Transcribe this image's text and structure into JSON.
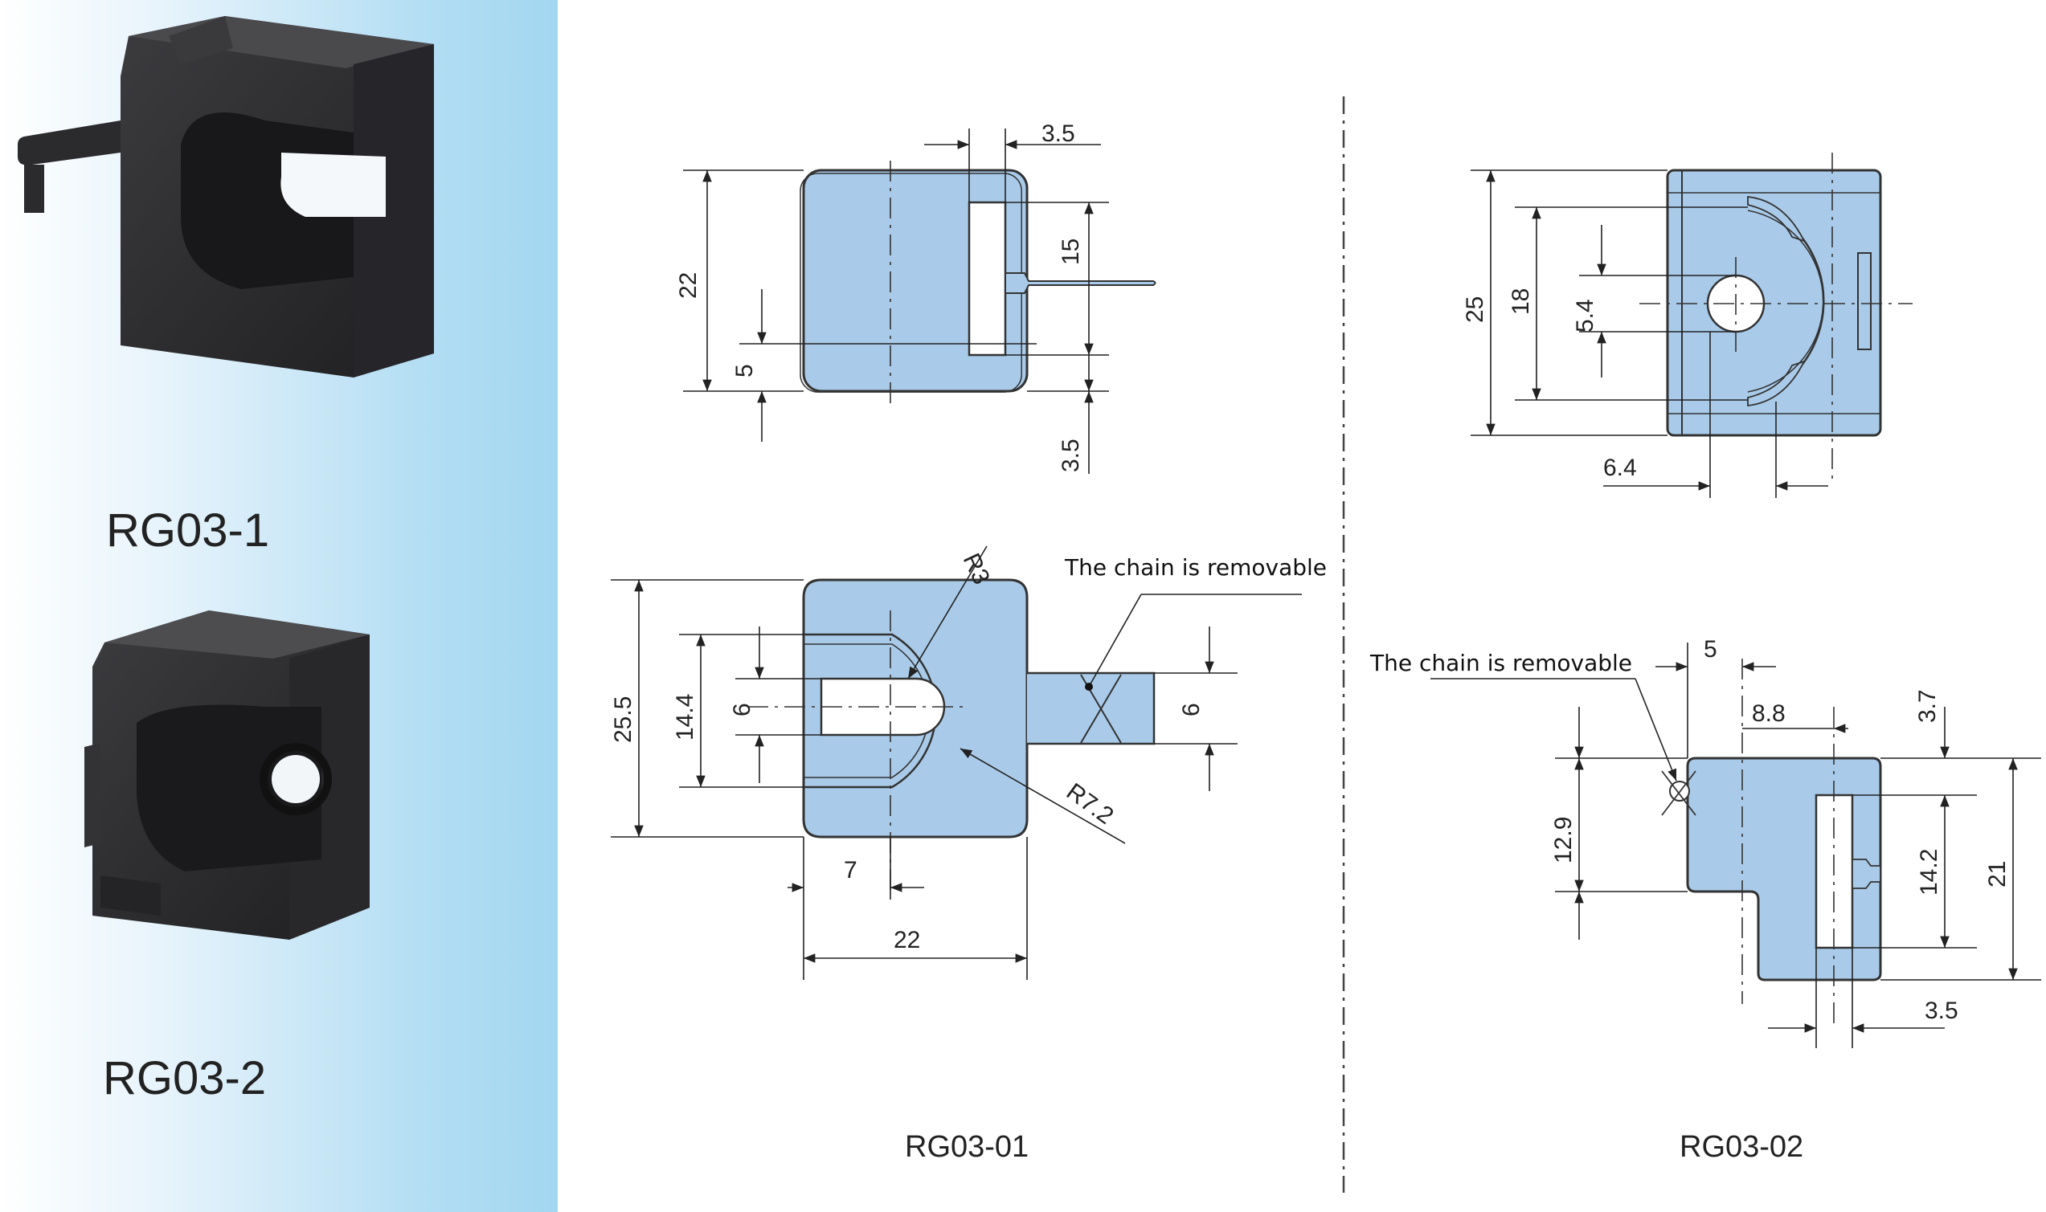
{
  "products": [
    {
      "name": "RG03-1"
    },
    {
      "name": "RG03-2"
    }
  ],
  "drawings": [
    {
      "title": "RG03-01",
      "note": "The chain is removable",
      "dimensions": {
        "top_offset": "3.5",
        "top_width": "22",
        "top_slot": "15",
        "top_lower": "5",
        "top_bottom": "3.5",
        "bottom_height": "25.5",
        "bottom_inner": "14.4",
        "bottom_slot": "6",
        "bottom_r3": "R3",
        "bottom_r72": "R7.2",
        "bottom_tab": "6",
        "bottom_seven": "7",
        "bottom_width": "22"
      }
    },
    {
      "title": "RG03-02",
      "note": "The chain is removable",
      "dimensions": {
        "top_height": "25",
        "top_inner": "18",
        "top_hole": "5.4",
        "top_offset": "6.4",
        "bottom_five": "5",
        "bottom_88": "8.8",
        "bottom_37": "3.7",
        "bottom_129": "12.9",
        "bottom_142": "14.2",
        "bottom_21": "21",
        "bottom_35": "3.5"
      }
    }
  ],
  "colors": {
    "part_fill": "#a9cbe9",
    "panel_blue": "#a2d7f0",
    "block_dark": "#2e2e30"
  }
}
